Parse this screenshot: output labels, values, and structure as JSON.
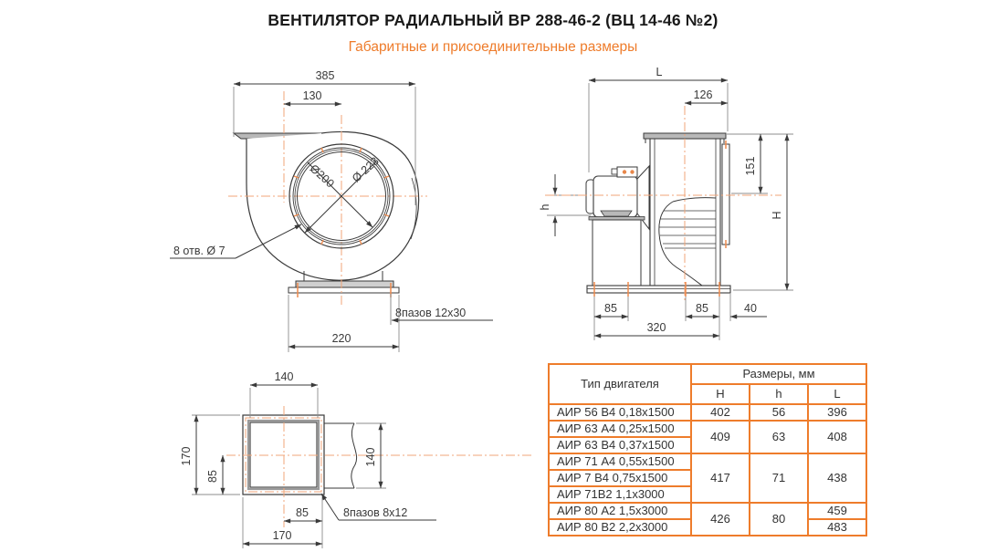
{
  "title": "ВЕНТИЛЯТОР РАДИАЛЬНЫЙ ВР 288-46-2 (ВЦ 14-46 №2)",
  "subtitle": "Габаритные и присоединительные размеры",
  "colors": {
    "accent": "#EE7C2B",
    "centerline": "#F1A578",
    "line": "#3A3A3A"
  },
  "front_view": {
    "dim_width": "385",
    "dim_outlet_offset": "130",
    "label_inlet_inner": "Ø200",
    "label_inlet_outer": "Ø 223",
    "label_holes": "8 отв. Ø 7",
    "label_slots": "8пазов 12x30",
    "dim_base": "220"
  },
  "side_view": {
    "dim_length": "L",
    "dim_126": "126",
    "dim_151": "151",
    "dim_height": "H",
    "dim_shaft_height": "h",
    "dim_85_left": "85",
    "dim_85_right": "85",
    "dim_40": "40",
    "dim_base": "320"
  },
  "flange_view": {
    "dim_top": "140",
    "dim_left": "170",
    "dim_85_left": "85",
    "dim_right": "140",
    "dim_85_bottom": "85",
    "dim_bottom": "170",
    "label_slots": "8пазов 8x12"
  },
  "table": {
    "col_motor": "Тип двигателя",
    "col_sizes": "Размеры, мм",
    "col_H": "H",
    "col_h": "h",
    "col_L": "L",
    "groups": [
      {
        "motors": [
          "АИР 56 В4 0,18x1500"
        ],
        "H": "402",
        "h": "56",
        "L": [
          "396"
        ]
      },
      {
        "motors": [
          "АИР 63 А4 0,25x1500",
          "АИР 63 В4 0,37x1500"
        ],
        "H": "409",
        "h": "63",
        "L": [
          "408"
        ]
      },
      {
        "motors": [
          "АИР 71 А4 0,55x1500",
          "АИР 7 В4 0,75x1500",
          "АИР 71В2 1,1x3000"
        ],
        "H": "417",
        "h": "71",
        "L": [
          "438"
        ]
      },
      {
        "motors": [
          "АИР 80 А2 1,5x3000",
          "АИР 80 В2 2,2x3000"
        ],
        "H": "426",
        "h": "80",
        "L": [
          "459",
          "483"
        ]
      }
    ]
  }
}
